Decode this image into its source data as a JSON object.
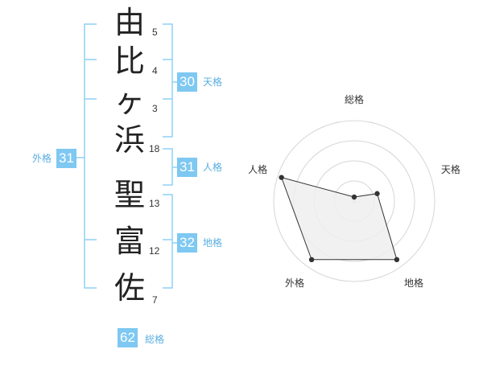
{
  "name": {
    "surname": [
      {
        "char": "由",
        "strokes": "5"
      },
      {
        "char": "比",
        "strokes": "4"
      },
      {
        "char": "ヶ",
        "strokes": "3"
      },
      {
        "char": "浜",
        "strokes": "18"
      }
    ],
    "given": [
      {
        "char": "聖",
        "strokes": "13"
      },
      {
        "char": "富",
        "strokes": "12"
      },
      {
        "char": "佐",
        "strokes": "7"
      }
    ]
  },
  "scores": {
    "tenkaku": {
      "label": "天格",
      "value": "30"
    },
    "jinkaku": {
      "label": "人格",
      "value": "31"
    },
    "chikaku": {
      "label": "地格",
      "value": "32"
    },
    "gaikaku": {
      "label": "外格",
      "value": "31"
    },
    "soukaku": {
      "label": "総格",
      "value": "62"
    }
  },
  "colors": {
    "accent": "#7ec8f2",
    "accent_text": "#5aaee0",
    "bracket": "#8fd0f5",
    "radar_fill": "#efefef",
    "radar_line": "#333333",
    "grid": "#d6d6d6"
  },
  "chart_data": {
    "type": "radar",
    "axes": [
      "総格",
      "天格",
      "地格",
      "外格",
      "人格"
    ],
    "values": [
      0.05,
      0.3,
      0.9,
      0.9,
      0.95
    ],
    "rmax": 1,
    "grid_rings": 4
  }
}
